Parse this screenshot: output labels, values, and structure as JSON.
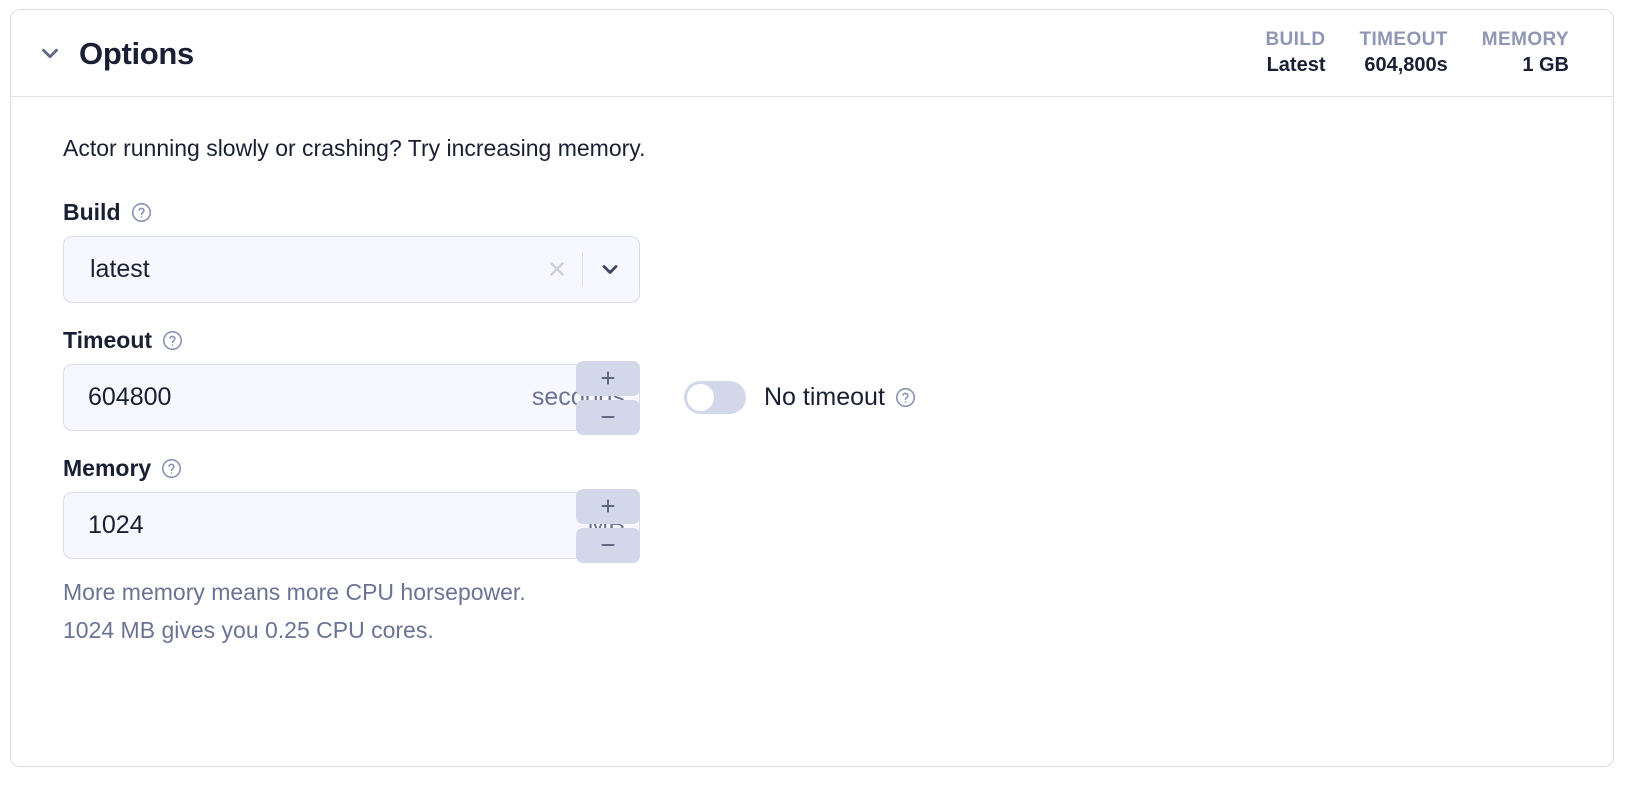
{
  "card": {
    "title": "Options",
    "collapse_icon": "chevron-down-icon",
    "stats": [
      {
        "label": "BUILD",
        "value": "Latest"
      },
      {
        "label": "TIMEOUT",
        "value": "604,800s"
      },
      {
        "label": "MEMORY",
        "value": "1 GB"
      }
    ]
  },
  "body": {
    "intro": "Actor running slowly or crashing? Try increasing memory.",
    "build": {
      "label": "Build",
      "help_icon": "help-circle-icon",
      "value": "latest",
      "placeholder": "latest",
      "clear_icon": "close-icon",
      "caret_icon": "chevron-down-icon"
    },
    "timeout": {
      "label": "Timeout",
      "help_icon": "help-circle-icon",
      "value": "604800",
      "unit": "seconds",
      "increment_icon": "plus-icon",
      "decrement_icon": "minus-icon",
      "no_timeout": {
        "label": "No timeout",
        "help_icon": "help-circle-icon",
        "state": "off"
      }
    },
    "memory": {
      "label": "Memory",
      "help_icon": "help-circle-icon",
      "value": "1024",
      "unit": "MB",
      "increment_icon": "plus-icon",
      "decrement_icon": "minus-icon",
      "hint_line1": "More memory means more CPU horsepower.",
      "hint_line2": "1024 MB gives you 0.25 CPU cores."
    }
  },
  "colors": {
    "border": "#d9dcec",
    "field_bg": "#f7f8fd",
    "text": "#1b1f33",
    "muted": "#6b7394",
    "label_muted": "#8f96b3",
    "stepper_bg": "#d3d7ea"
  }
}
